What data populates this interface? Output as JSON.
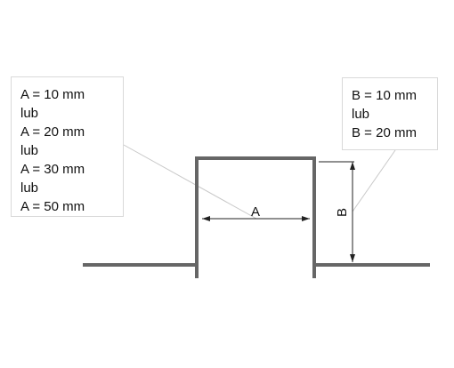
{
  "callout_a": {
    "lines": [
      "A = 10 mm",
      "lub",
      "A = 20 mm",
      "lub",
      "A = 30 mm",
      "lub",
      "A = 50 mm"
    ]
  },
  "callout_b": {
    "lines": [
      "B = 10 mm",
      "lub",
      "B = 20 mm"
    ]
  },
  "dimensions": {
    "width_label": "A",
    "height_label": "B"
  },
  "colors": {
    "profile_stroke": "#666666",
    "leader_line": "#c8c8c8",
    "dimension_line": "#222222",
    "callout_border": "#d9d9d9"
  }
}
